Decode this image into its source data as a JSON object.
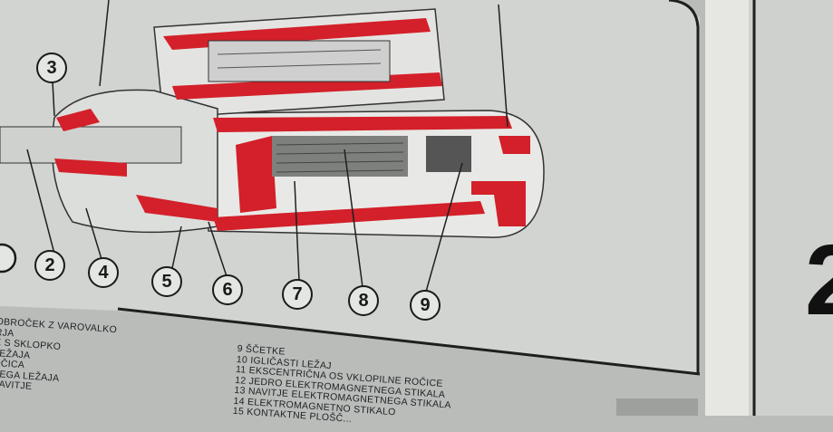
{
  "callouts": [
    "2",
    "3",
    "4",
    "5",
    "6",
    "7",
    "8",
    "9"
  ],
  "legend_left": [
    "OBROČEK Z VAROVALKO",
    "RJA",
    "E S SKLOPKO",
    "LEŽAJA",
    "OČICA",
    "NEGA LEŽAJA",
    "NAVITJE"
  ],
  "legend_right": [
    "9  ŠČETKE",
    "10  IGLIČASTI LEŽAJ",
    "11  EKSCENTRIČNA OS VKLOPILNE ROČICE",
    "12  JEDRO ELEKTROMAGNETNEGA STIKALA",
    "13  NAVITJE ELEKTROMAGNETNEGA STIKALA",
    "14  ELEKTROMAGNETNO STIKALO",
    "15  KONTAKTNE PLOŠČ..."
  ],
  "page_number_fragment": "2",
  "colors": {
    "cutaway": "#d3202a",
    "panel": "#d4d6d3",
    "background": "#b9bcb9"
  }
}
